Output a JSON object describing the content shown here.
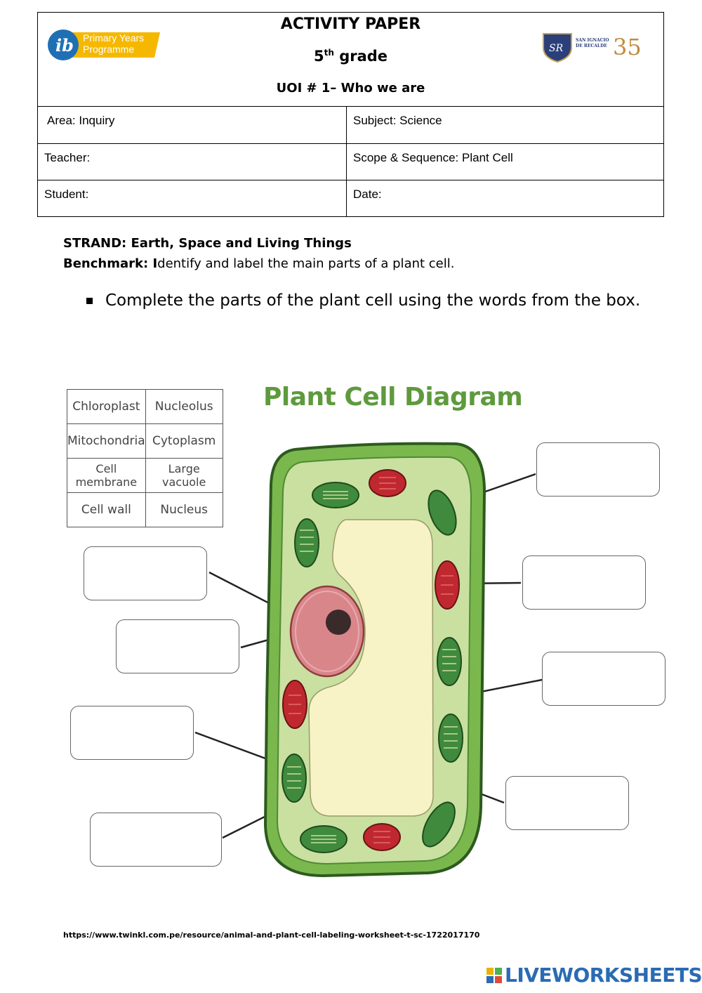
{
  "header": {
    "title": "ACTIVITY PAPER",
    "grade_number": "5",
    "grade_suffix": "th",
    "grade_word": "grade",
    "unit": "UOI # 1– Who we are",
    "ib_logo_text_line1": "Primary Years",
    "ib_logo_text_line2": "Programme",
    "school_logo_text": "SAN IGNACIO DE RECALDE",
    "rows": [
      {
        "left": "Area: Inquiry",
        "right": "Subject: Science"
      },
      {
        "left": "Teacher:",
        "right": "Scope & Sequence: Plant Cell"
      },
      {
        "left": "Student:",
        "right": "Date:"
      }
    ]
  },
  "strand": {
    "label": "STRAND: Earth, Space and Living Things",
    "benchmark_label": "Benchmark: I",
    "benchmark_text": "dentify and label the main parts of a plant cell."
  },
  "instruction": "Complete the parts of the plant cell using the words from the box.",
  "word_box": [
    [
      "Chloroplast",
      "Nucleolus"
    ],
    [
      "Mitochondria",
      "Cytoplasm"
    ],
    [
      "Cell membrane",
      "Large vacuole"
    ],
    [
      "Cell wall",
      "Nucleus"
    ]
  ],
  "diagram": {
    "title": "Plant Cell Diagram"
  },
  "answers": [
    "",
    "",
    "",
    "",
    "",
    "",
    "",
    "",
    ""
  ],
  "source": "https://www.twinkl.com.pe/resource/animal-and-plant-cell-labeling-worksheet-t-sc-1722017170",
  "brand": "LIVEWORKSHEETS",
  "colors": {
    "cell_wall": "#5e9a3d",
    "cytoplasm": "#c9e0a0",
    "vacuole": "#f7f3c6",
    "nucleus": "#d9868a",
    "mitochondria": "#c0282f",
    "chloroplast": "#3f8a3c"
  }
}
